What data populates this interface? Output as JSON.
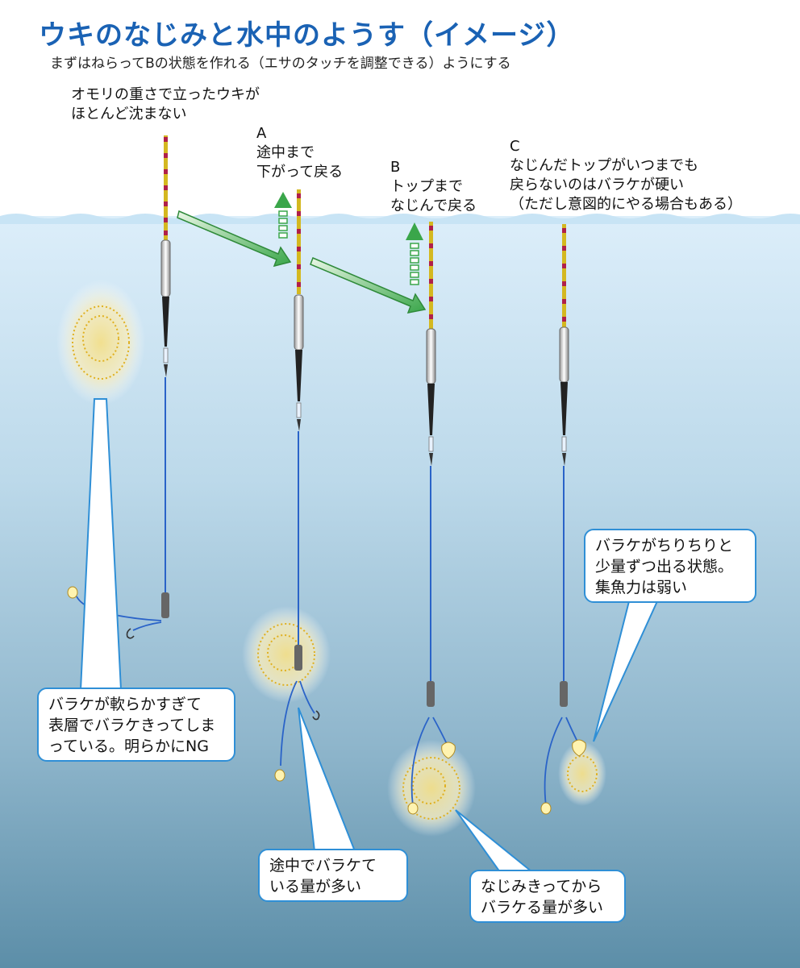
{
  "title": "ウキのなじみと水中のようす（イメージ）",
  "subtitle": "まずはねらってBの状態を作れる（エサのタッチを調整できる）ようにする",
  "labels": {
    "float1_lines": [
      "オモリの重さで立ったウキが",
      "ほとんど沈まない"
    ],
    "a_lines": [
      "A",
      "途中まで",
      "下がって戻る"
    ],
    "b_lines": [
      "B",
      "トップまで",
      "なじんで戻る"
    ],
    "c_lines": [
      "C",
      "なじんだトップがいつまでも",
      "戻らないのはバラケが硬い",
      "（ただし意図的にやる場合もある）"
    ]
  },
  "bubbles": {
    "ng_lines": [
      "バラケが軟らかすぎて",
      "表層でバラケきってしま",
      "っている。明らかにNG"
    ],
    "a_lines": [
      "途中でバラケて",
      "いる量が多い"
    ],
    "b_lines": [
      "なじみきってから",
      "バラケる量が多い"
    ],
    "c_lines": [
      "バラケがちりちりと",
      "少量ずつ出る状態。",
      "集魚力は弱い"
    ]
  },
  "colors": {
    "title": "#1a62b4",
    "water_top": "#dceefa",
    "water_bottom": "#5c8ea8",
    "line": "#2a63c8",
    "arrow_green": "#3aa64a",
    "bait_cloud": "#f0d060",
    "bubble_border": "#2f8fd6"
  },
  "icons": [
    "float-icon",
    "arrow-icon",
    "up-arrow-icon",
    "bait-cloud-icon",
    "hook-icon"
  ]
}
